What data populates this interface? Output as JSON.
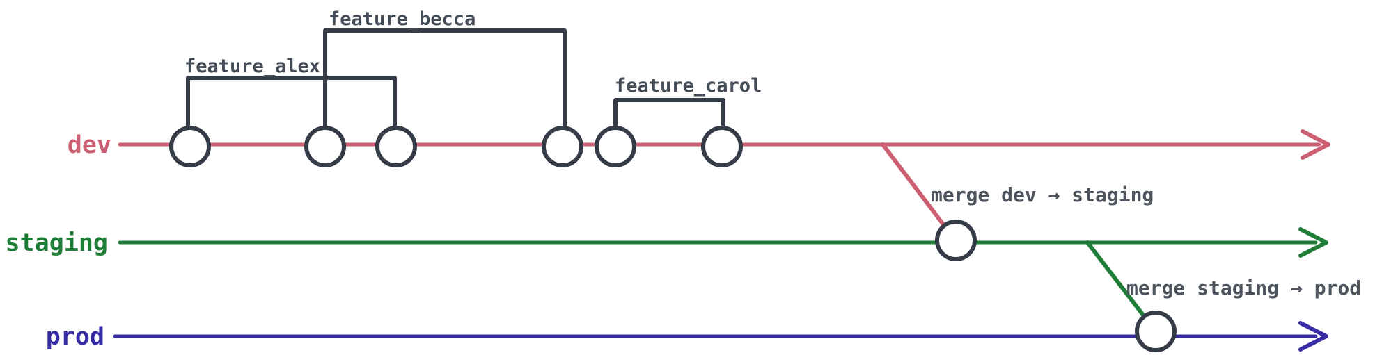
{
  "colors": {
    "dev": "#cc5f71",
    "staging": "#1e7e38",
    "prod": "#382ba6",
    "node_stroke": "#353c48",
    "feature_text": "#434b56",
    "merge_text": "#4d545e",
    "background": "#ffffff"
  },
  "branches": {
    "dev": {
      "label": "dev",
      "commit_count": 6
    },
    "staging": {
      "label": "staging",
      "commit_count": 1
    },
    "prod": {
      "label": "prod",
      "commit_count": 1
    }
  },
  "features": {
    "alex": {
      "label": "feature_alex",
      "branch": "dev"
    },
    "becca": {
      "label": "feature_becca",
      "branch": "dev"
    },
    "carol": {
      "label": "feature_carol",
      "branch": "dev"
    }
  },
  "merges": {
    "dev_to_staging": {
      "label": "merge dev → staging",
      "from": "dev",
      "to": "staging"
    },
    "staging_to_prod": {
      "label": "merge staging → prod",
      "from": "staging",
      "to": "prod"
    }
  }
}
